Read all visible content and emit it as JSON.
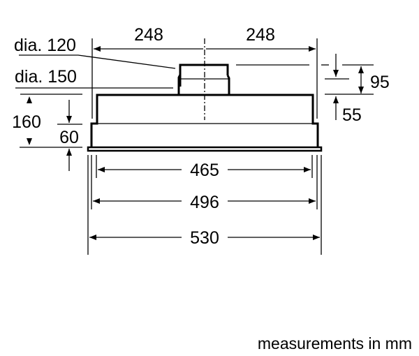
{
  "labels": {
    "dia_120": "dia. 120",
    "dia_150": "dia. 150",
    "top_left_width": "248",
    "top_right_width": "248",
    "height_total": "160",
    "height_lower": "60",
    "spigot_height": "95",
    "spigot_lower": "55",
    "width_465": "465",
    "width_496": "496",
    "width_530": "530",
    "caption": "measurements in mm"
  },
  "colors": {
    "line": "#000000",
    "background": "#ffffff"
  }
}
